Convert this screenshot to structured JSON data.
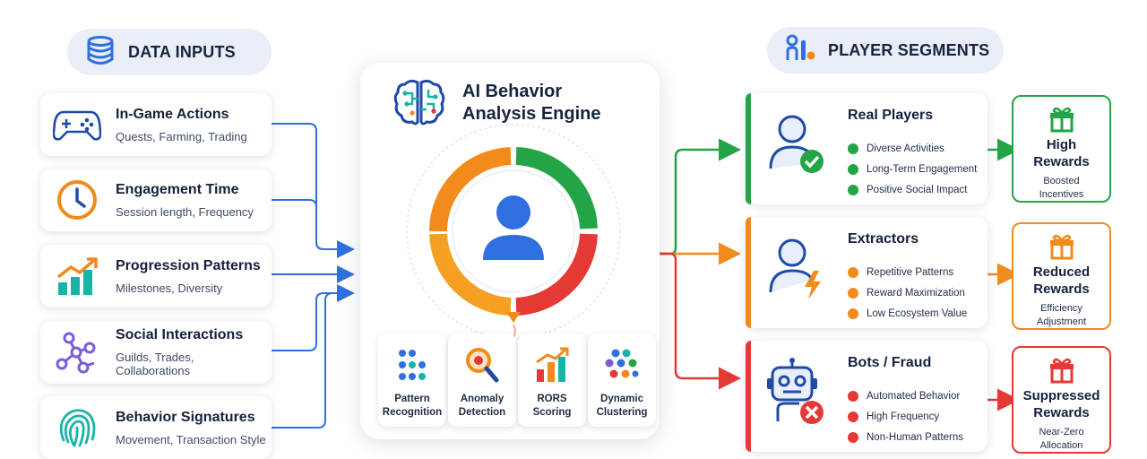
{
  "inputs_header": {
    "title": "DATA INPUTS",
    "icon": "database-icon",
    "color": "#2f6fe0"
  },
  "segments_header": {
    "title": "PLAYER SEGMENTS",
    "icon": "segments-icon",
    "color": "#2f6fe0"
  },
  "inputs": [
    {
      "title": "In-Game Actions",
      "subtitle": "Quests, Farming, Trading",
      "icon": "gamepad-icon"
    },
    {
      "title": "Engagement Time",
      "subtitle": "Session length, Frequency",
      "icon": "clock-icon"
    },
    {
      "title": "Progression Patterns",
      "subtitle": "Milestones, Diversity",
      "icon": "growth-chart-icon"
    },
    {
      "title": "Social Interactions",
      "subtitle": "Guilds, Trades, Collaborations",
      "icon": "network-icon"
    },
    {
      "title": "Behavior Signatures",
      "subtitle": "Movement, Transaction Style",
      "icon": "fingerprint-icon"
    }
  ],
  "engine": {
    "title_line1": "AI Behavior",
    "title_line2": "Analysis Engine",
    "icon": "brain-icon",
    "modules": [
      {
        "line1": "Pattern",
        "line2": "Recognition",
        "icon": "dots-icon"
      },
      {
        "line1": "Anomaly",
        "line2": "Detection",
        "icon": "magnifier-icon"
      },
      {
        "line1": "RORS",
        "line2": "Scoring",
        "icon": "bar-chart-icon"
      },
      {
        "line1": "Dynamic",
        "line2": "Clustering",
        "icon": "cluster-icon"
      }
    ]
  },
  "segments": [
    {
      "title": "Real Players",
      "color": "#22a447",
      "icon": "user-check-icon",
      "items": [
        "Diverse Activities",
        "Long-Term Engagement",
        "Positive Social Impact"
      ],
      "reward": {
        "line1": "High",
        "line2": "Rewards",
        "desc1": "Boosted",
        "desc2": "Incentives",
        "icon": "gift-icon"
      }
    },
    {
      "title": "Extractors",
      "color": "#f28a1c",
      "icon": "user-bolt-icon",
      "items": [
        "Repetitive Patterns",
        "Reward Maximization",
        "Low Ecosystem Value"
      ],
      "reward": {
        "line1": "Reduced",
        "line2": "Rewards",
        "desc1": "Efficiency",
        "desc2": "Adjustment",
        "icon": "gift-icon"
      }
    },
    {
      "title": "Bots / Fraud",
      "color": "#e53935",
      "icon": "robot-icon",
      "items": [
        "Automated Behavior",
        "High Frequency",
        "Non-Human Patterns"
      ],
      "reward": {
        "line1": "Suppressed",
        "line2": "Rewards",
        "desc1": "Near-Zero",
        "desc2": "Allocation",
        "icon": "gift-icon"
      }
    }
  ]
}
